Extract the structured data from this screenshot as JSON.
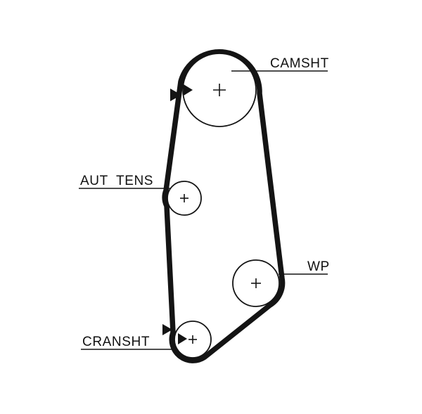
{
  "diagram": {
    "type": "timing-belt-routing",
    "labels": {
      "camshaft": "CAMSHT",
      "auto_tensioner": "AUT TENS",
      "water_pump": "WP",
      "crankshaft": "CRANSHT"
    },
    "colors": {
      "belt": "#141414",
      "outline": "#141414",
      "text": "#111111",
      "background": "#ffffff"
    }
  }
}
